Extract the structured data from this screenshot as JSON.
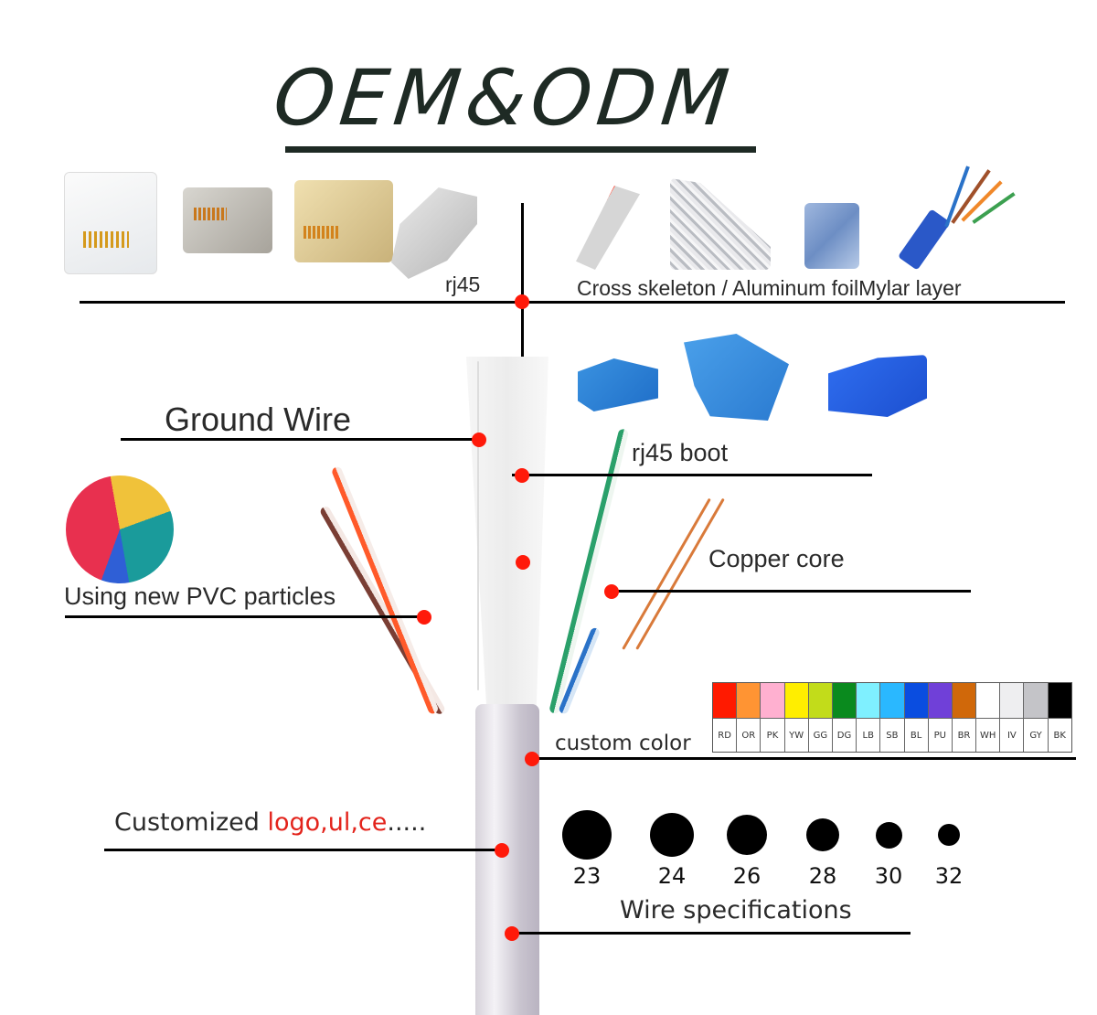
{
  "header": {
    "title": "OEM&ODM"
  },
  "callouts": {
    "rj45": "rj45",
    "shielding": "Cross skeleton / Aluminum foilMylar layer",
    "rj45_boot": "rj45 boot",
    "ground_wire": "Ground Wire",
    "copper_core": "Copper core",
    "pvc": "Using new PVC particles",
    "custom_color": "custom color",
    "customized_prefix": "Customized ",
    "customized_highlight": "logo,ul,ce",
    "customized_suffix": ".....",
    "wire_specs": "Wire specifications"
  },
  "images": {
    "rj45_connectors": [
      "clear-rj45-plug-icon",
      "shielded-rj45-plug-icon",
      "gold-shielded-rj45-plug-icon",
      "tool-free-rj45-plug-icon"
    ],
    "shielding_samples": [
      "foil-wrapped-wire-icon",
      "braided-shield-icon",
      "mylar-foil-icon",
      "blue-utp-cable-icon"
    ],
    "boots": [
      "blue-boot-single-icon",
      "blue-boot-group-icon",
      "blue-boot-pair-icon"
    ],
    "pvc_particles": "pvc-particles-icon"
  },
  "color_chart": {
    "title": "custom color",
    "colors": [
      {
        "code": "RD",
        "hex": "#ff1a00"
      },
      {
        "code": "OR",
        "hex": "#ff9433"
      },
      {
        "code": "PK",
        "hex": "#ffb0d0"
      },
      {
        "code": "YW",
        "hex": "#ffee00"
      },
      {
        "code": "GG",
        "hex": "#c2dc1a"
      },
      {
        "code": "DG",
        "hex": "#0a8a1e"
      },
      {
        "code": "LB",
        "hex": "#7ff0ff"
      },
      {
        "code": "SB",
        "hex": "#2ab8ff"
      },
      {
        "code": "BL",
        "hex": "#0a4de0"
      },
      {
        "code": "PU",
        "hex": "#7040d8"
      },
      {
        "code": "BR",
        "hex": "#d0680a"
      },
      {
        "code": "WH",
        "hex": "#ffffff"
      },
      {
        "code": "IV",
        "hex": "#eeeef0"
      },
      {
        "code": "GY",
        "hex": "#c4c4c8"
      },
      {
        "code": "BK",
        "hex": "#000000"
      }
    ]
  },
  "wire_gauges": {
    "label": "Wire specifications",
    "sizes": [
      "23",
      "24",
      "26",
      "28",
      "30",
      "32"
    ]
  },
  "accent": {
    "callout_dot": "#ff1a0a",
    "highlight_text": "#e3231b"
  }
}
